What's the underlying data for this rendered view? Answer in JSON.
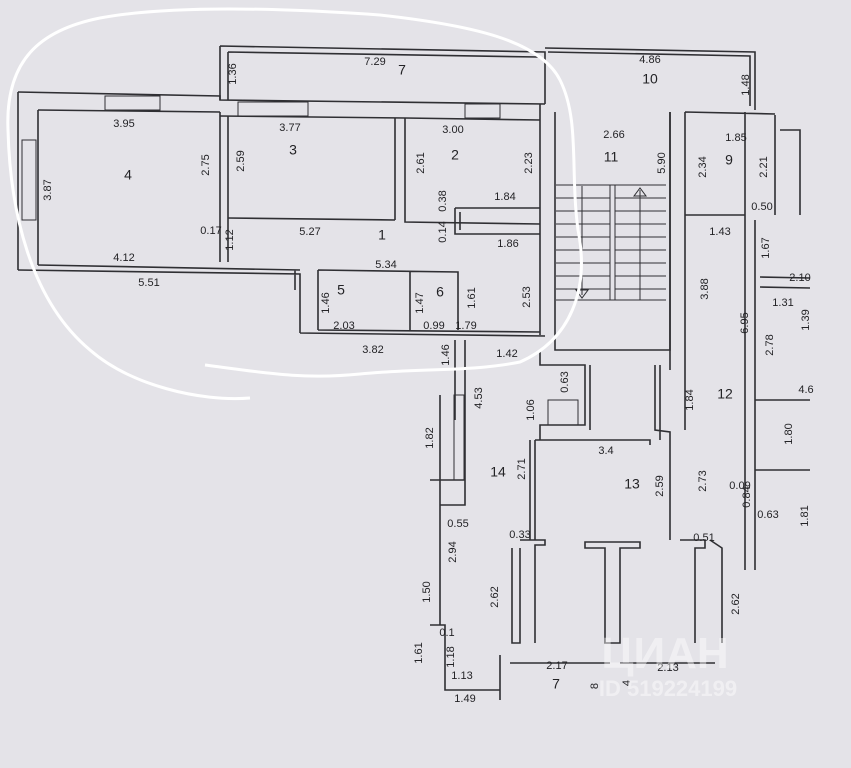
{
  "rooms": {
    "r7": "7",
    "r10": "10",
    "r3": "3",
    "r2": "2",
    "r4": "4",
    "r11": "11",
    "r9": "9",
    "r1": "1",
    "r5": "5",
    "r6": "6",
    "r12": "12",
    "r14": "14",
    "r13": "13",
    "r7b": "7"
  },
  "h": {
    "a": "7.29",
    "b": "4.86",
    "c": "3.95",
    "d": "3.77",
    "e": "3.00",
    "f": "2.66",
    "g": "1.85",
    "h": "1.84",
    "i": "0.50",
    "j": "1.43",
    "k": "0.17",
    "l": "5.27",
    "m": "1.86",
    "n": "4.12",
    "o": "5.34",
    "p": "5.51",
    "q": "2.10",
    "r": "1.31",
    "s": "2.03",
    "t": "0.99",
    "u": "1.79",
    "v": "3.82",
    "w": "1.42",
    "x": "4.6",
    "y": "3.4",
    "z": "0.09",
    "aa": "0.63",
    "ab": "0.55",
    "ac": "0.33",
    "ad": "0.51",
    "ae": "0.1",
    "af": "1.13",
    "ag": "1.49",
    "ah": "2.17",
    "ai": "2.13"
  },
  "v": {
    "a": "1.36",
    "b": "1.48",
    "c": "3.87",
    "d": "2.75",
    "e": "2.59",
    "f": "2.61",
    "g": "2.23",
    "h": "5.90",
    "i": "2.34",
    "j": "2.21",
    "k": "0.38",
    "l": "0.14",
    "m": "1.12",
    "n": "1.67",
    "o": "1.46",
    "p": "1.47",
    "q": "1.61",
    "r": "2.53",
    "s": "3.88",
    "t": "6.95",
    "u": "1.39",
    "w": "2.78",
    "x": "0.63",
    "y": "1.46",
    "z": "4.53",
    "aa": "1.06",
    "ab": "1.84",
    "ac": "1.80",
    "ad": "1.82",
    "ae": "2.71",
    "af": "2.59",
    "ag": "2.73",
    "ah": "0.84",
    "ai": "1.81",
    "aj": "2.94",
    "ak": "2.62",
    "al": "2.62",
    "am": "1.50",
    "an": "1.61",
    "ao": "1.18",
    "ap": "8",
    "aq": "4"
  },
  "watermark": {
    "brand": "ЦИАН",
    "id": "ID 519224199"
  }
}
